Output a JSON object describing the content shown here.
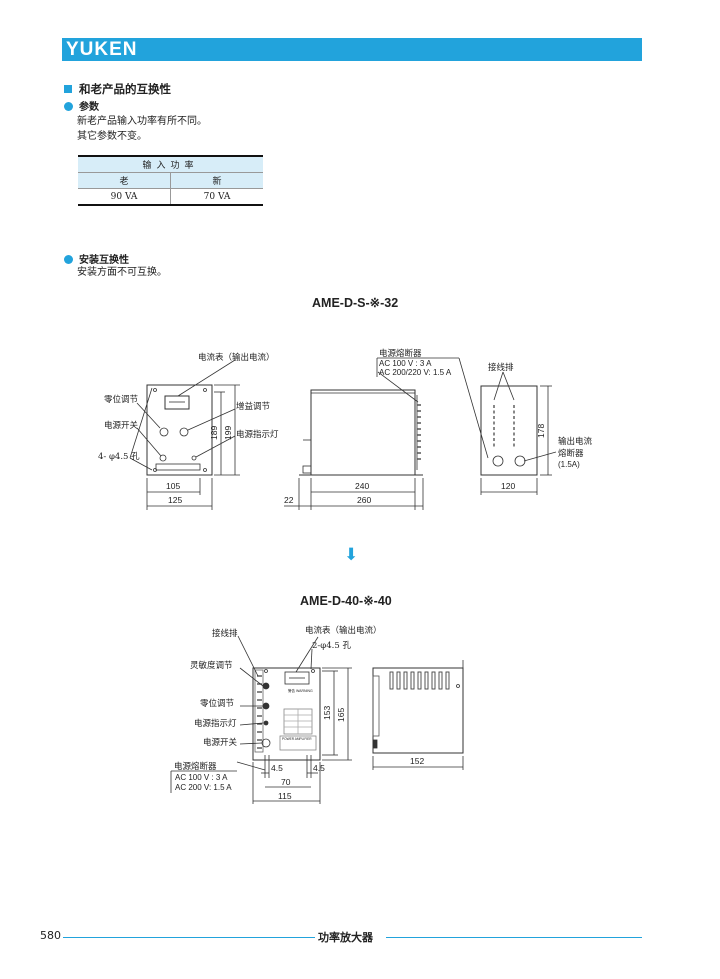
{
  "header": {
    "logo": "YUKEN"
  },
  "section": {
    "title": "和老产品的互换性"
  },
  "params": {
    "heading": "参数",
    "lines": [
      "新老产品输入功率有所不同。",
      "其它参数不变。"
    ]
  },
  "table": {
    "title": "输入功率",
    "cols": [
      "老",
      "新"
    ],
    "row": [
      "90 VA",
      "70 VA"
    ]
  },
  "mounting": {
    "heading": "安装互换性",
    "text": "安装方面不可互换。"
  },
  "fig1": {
    "title": "AME-D-S-※-32",
    "labels": {
      "ammeter": "电流表（输出电流）",
      "zero": "零位调节",
      "power_switch": "电源开关",
      "holes": "4- φ4.5 孔",
      "gain": "增益调节",
      "power_lamp": "电源指示灯",
      "fuse": "电源熔断器",
      "fuse_ac100": "AC 100 V : 3 A",
      "fuse_ac200": "AC 200/220 V: 1.5 A",
      "terminal": "接线排",
      "out_current": "输出电流",
      "out_fuse": "熔断器",
      "out_fuse_val": "(1.5A)"
    },
    "dims": {
      "d105": "105",
      "d125": "125",
      "d189": "189",
      "d199": "199",
      "d240": "240",
      "d260": "260",
      "d22": "22",
      "d178": "178",
      "d120": "120"
    }
  },
  "arrow": {
    "symbol": "⬇"
  },
  "fig2": {
    "title": "AME-D-40-※-40",
    "labels": {
      "terminal": "接线排",
      "ammeter": "电流表（输出电流）",
      "holes": "2-φ4.5 孔",
      "sensitivity": "灵敏度调节",
      "zero": "零位调节",
      "power_lamp": "电源指示灯",
      "power_switch": "电源开关",
      "fuse": "电源熔断器",
      "fuse_ac100": "AC 100 V : 3 A",
      "fuse_ac200": "AC 200 V: 1.5 A",
      "warning": "警告 WARNING",
      "panel_name": "POWER AMPLIFIER"
    },
    "dims": {
      "d153": "153",
      "d165": "165",
      "d45a": "4.5",
      "d45b": "4.5",
      "d70": "70",
      "d115": "115",
      "d152": "152"
    }
  },
  "footer": {
    "page": "580",
    "title": "功率放大器"
  }
}
